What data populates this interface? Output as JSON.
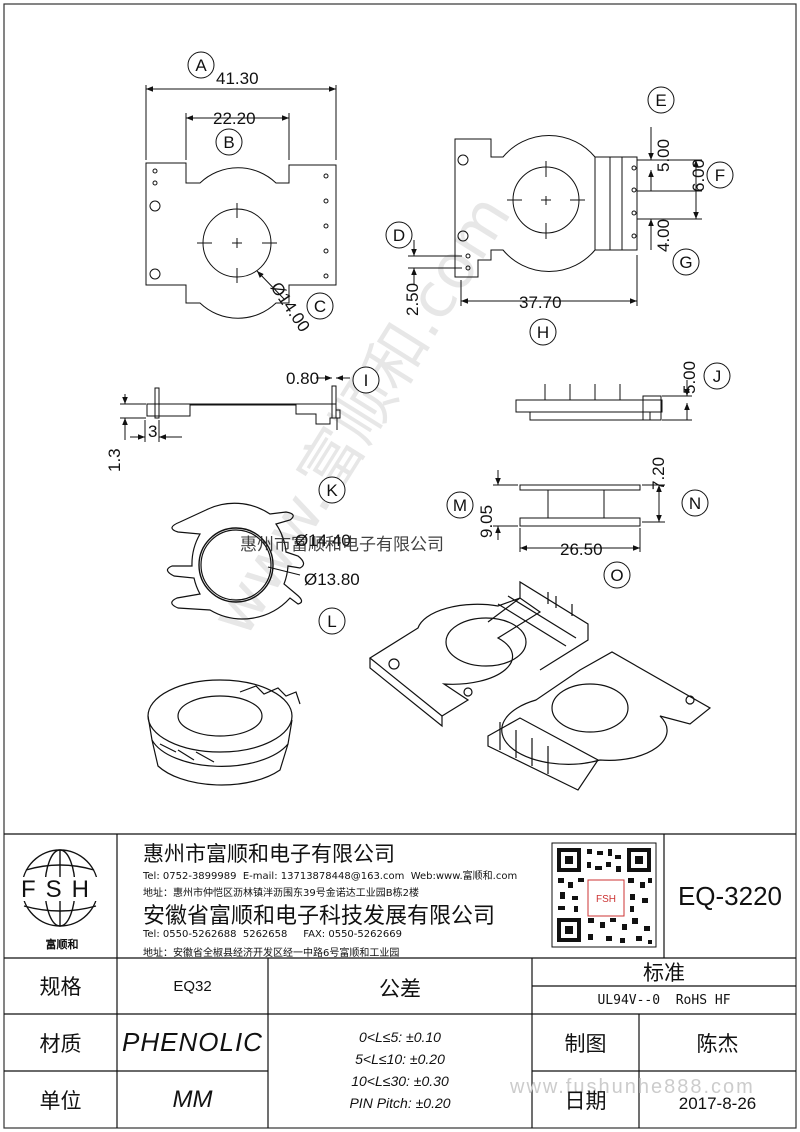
{
  "drawing": {
    "view_labels": [
      "A",
      "B",
      "C",
      "D",
      "E",
      "F",
      "G",
      "H",
      "I",
      "J",
      "K",
      "L",
      "M",
      "N",
      "O"
    ],
    "dimensions": {
      "a_width": "41.30",
      "b_width": "22.20",
      "c_diameter": "Ø14.00",
      "d_value": "2.50",
      "e_value": "5.00",
      "f_value": "6.00",
      "g_value": "4.00",
      "h_width": "37.70",
      "i_value": "0.80",
      "i_small_3": "3",
      "i_small_13": "1.3",
      "j_value": "5.00",
      "k_outer": "Ø14.40",
      "l_inner": "Ø13.80",
      "m_value": "9.05",
      "n_value": "7.20",
      "o_width": "26.50"
    },
    "watermark_text": "惠州市富顺和电子有限公司",
    "watermark_diagonal": "www.富顺和.com",
    "watermark_bottom": "www.fushunhe888.com"
  },
  "title_block": {
    "logo_letters": "FSH",
    "logo_caption": "富顺和",
    "company1": {
      "name": "惠州市富顺和电子有限公司",
      "contact": "Tel: 0752-3899989  E-mail: 13713878448@163.com  Web:www.富顺和.com",
      "address": "地址：惠州市仲恺区沥林镇泮沥围东39号金诺达工业园B栋2楼"
    },
    "company2": {
      "name": "安徽省富顺和电子科技发展有限公司",
      "contact": "Tel: 0550-5262688  5262658     FAX: 0550-5262669",
      "address": "地址：安徽省全椒县经济开发区经一中路6号富顺和工业园"
    },
    "qr_label": "FSH",
    "part_number": "EQ-3220",
    "spec_label": "规格",
    "spec_value": "EQ32",
    "material_label": "材质",
    "material_value": "PHENOLIC",
    "unit_label": "单位",
    "unit_value": "MM",
    "tolerance_label": "公差",
    "tolerances": [
      "0<L≤5: ±0.10",
      "5<L≤10: ±0.20",
      "10<L≤30: ±0.30",
      "PIN Pitch: ±0.20"
    ],
    "standard_label": "标准",
    "standard_value": "UL94V--0  RoHS HF",
    "drafter_label": "制图",
    "drafter_value": "陈杰",
    "date_label": "日期",
    "date_value": "2017-8-26"
  }
}
